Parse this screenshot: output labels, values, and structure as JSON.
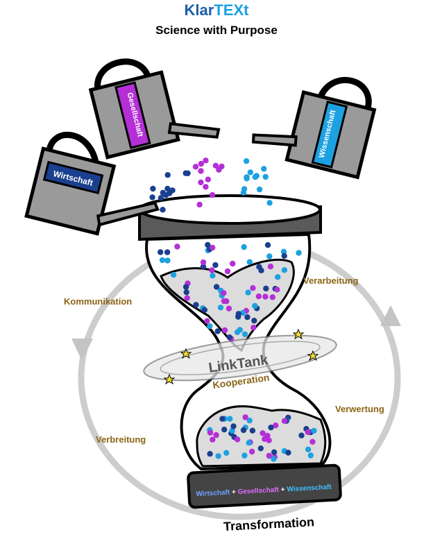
{
  "header": {
    "brand_part1": "Klar",
    "brand_part2": "TEXt",
    "tagline": "Science with Purpose"
  },
  "cans": {
    "wirtschaft": "Wirtschaft",
    "gesellschaft": "Gesellschaft",
    "wissenschaft": "Wissenschaft"
  },
  "cycle": {
    "kommunikation": "Kommunikation",
    "verarbeitung": "Verarbeitung",
    "verbreitung": "Verbreitung",
    "verwertung": "Verwertung",
    "transformation": "Transformation"
  },
  "center": {
    "linktank": "LinkTank",
    "kooperation": "Kooperation"
  },
  "base": {
    "w": "Wirtschaft",
    "plus1": "+",
    "g": "Gesellschaft",
    "plus2": "+",
    "s": "Wissenschaft"
  },
  "colors": {
    "wirtschaft": "#1b3f8f",
    "gesellschaft": "#b42fd6",
    "wissenschaft": "#1da1e0",
    "cycle_labels": "#8b6416",
    "cycle_ring": "#b8b8b8"
  }
}
